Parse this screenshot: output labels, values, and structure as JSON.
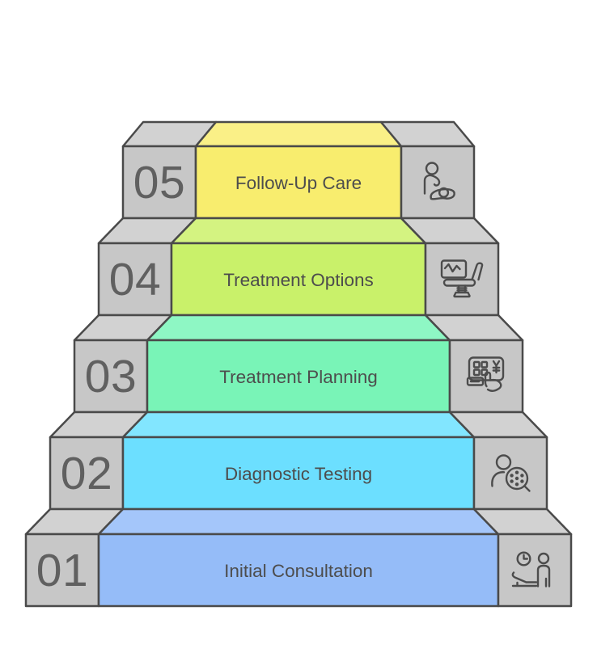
{
  "diagram": {
    "type": "staircase-steps",
    "background": "#ffffff",
    "outline_color": "#4a4a4a",
    "side_face_color": "#c7c7c7",
    "side_top_color": "#d2d2d2",
    "number_color": "#606060",
    "label_color": "#4d4d4d",
    "icon_color": "#4c4c4c",
    "steps": [
      {
        "number": "01",
        "label": "Initial Consultation",
        "icon": "consultation-waiting-icon",
        "front_color": "#95bcf8",
        "top_color": "#a4c6fa"
      },
      {
        "number": "02",
        "label": "Diagnostic Testing",
        "icon": "diagnostic-magnifier-icon",
        "front_color": "#6cdfff",
        "top_color": "#82e6ff"
      },
      {
        "number": "03",
        "label": "Treatment Planning",
        "icon": "cost-calculator-icon",
        "front_color": "#79f4b7",
        "top_color": "#8ef7c4"
      },
      {
        "number": "04",
        "label": "Treatment Options",
        "icon": "exam-chair-monitor-icon",
        "front_color": "#c9f16a",
        "top_color": "#d4f381"
      },
      {
        "number": "05",
        "label": "Follow-Up Care",
        "icon": "caregiver-patient-icon",
        "front_color": "#f8ed6e",
        "top_color": "#faf087"
      }
    ]
  }
}
